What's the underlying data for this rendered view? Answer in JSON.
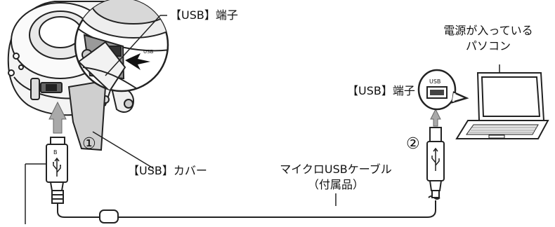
{
  "labels": {
    "usb_port_top": "【USB】端子",
    "pc_line1": "電源が入っている",
    "pc_line2": "パソコン",
    "usb_port_pc": "【USB】端子",
    "usb_cover": "【USB】カバー",
    "cable_line1": "マイクロUSBケーブル",
    "cable_line2": "（付属品）",
    "zoom_port_text": "USB",
    "pc_port_text": "USB",
    "micro_b_text": "B"
  },
  "steps": {
    "step1": "①",
    "step2": "②"
  },
  "icons": {
    "usb_symbol": "usb-icon"
  }
}
